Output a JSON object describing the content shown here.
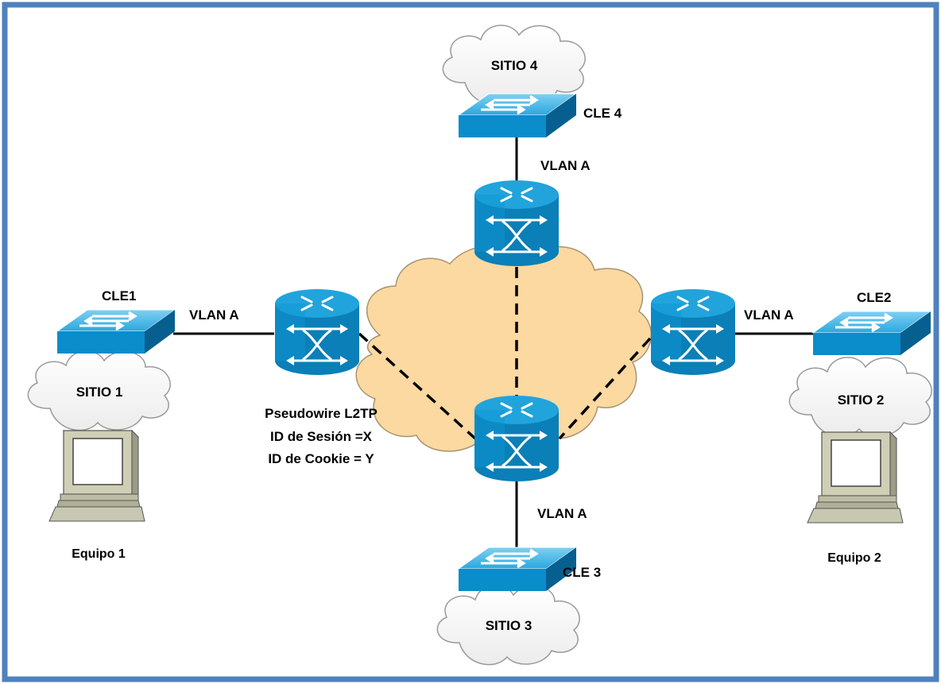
{
  "border_color": "#4f81bd",
  "colors": {
    "router_blue": "#0a8ec9",
    "switch_blue": "#23a6e0",
    "cloud_core": "#fbd9a0",
    "cloud_site": "#f7f7f7"
  },
  "sites": {
    "sitio1": "SITIO 1",
    "sitio2": "SITIO 2",
    "sitio3": "SITIO 3",
    "sitio4": "SITIO 4"
  },
  "cle": {
    "cle1": "CLE1",
    "cle2": "CLE2",
    "cle3": "CLE 3",
    "cle4": "CLE 4"
  },
  "vlan": {
    "left": "VLAN A",
    "right": "VLAN A",
    "top": "VLAN A",
    "bottom": "VLAN A"
  },
  "pseudowire": {
    "line1": "Pseudowire L2TP",
    "line2": "ID de Sesión =X",
    "line3": "ID de Cookie = Y"
  },
  "equipos": {
    "equipo1": "Equipo  1",
    "equipo2": "Equipo  2"
  },
  "icons": [
    "cloud-icon",
    "switch-icon",
    "router-icon",
    "computer-icon"
  ]
}
